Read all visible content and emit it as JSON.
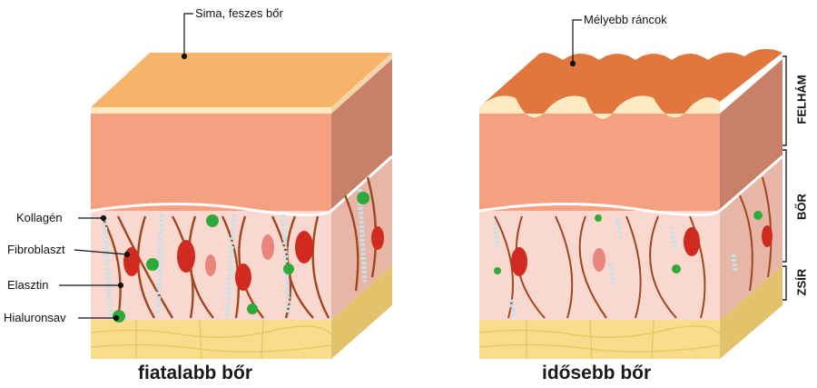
{
  "labels": {
    "smooth_skin": "Sima, feszes bőr",
    "deep_wrinkles": "Mélyebb ráncok",
    "collagen": "Kollagén",
    "fibroblast": "Fibroblaszt",
    "elastin": "Elasztin",
    "hyaluronic": "Hialuronsav"
  },
  "captions": {
    "young": "fiatalabb bőr",
    "old": "idősebb bőr"
  },
  "layers": {
    "epidermis": "FELHÁM",
    "dermis": "BŐR",
    "fat": "ZSÍR"
  },
  "colors": {
    "top_young": "#f7b36a",
    "top_old": "#e2763f",
    "epidermis": "#f4a081",
    "epidermis_side": "#c98068",
    "dermis": "#f9d9cf",
    "dermis_side": "#e7b6a6",
    "collagen": "#a0461f",
    "elastin": "#c8dfec",
    "fibroblast": "#d12a20",
    "hyaluronic": "#2eaa3a",
    "fat": "#f7dd8c",
    "fat_side": "#e2c26a"
  }
}
